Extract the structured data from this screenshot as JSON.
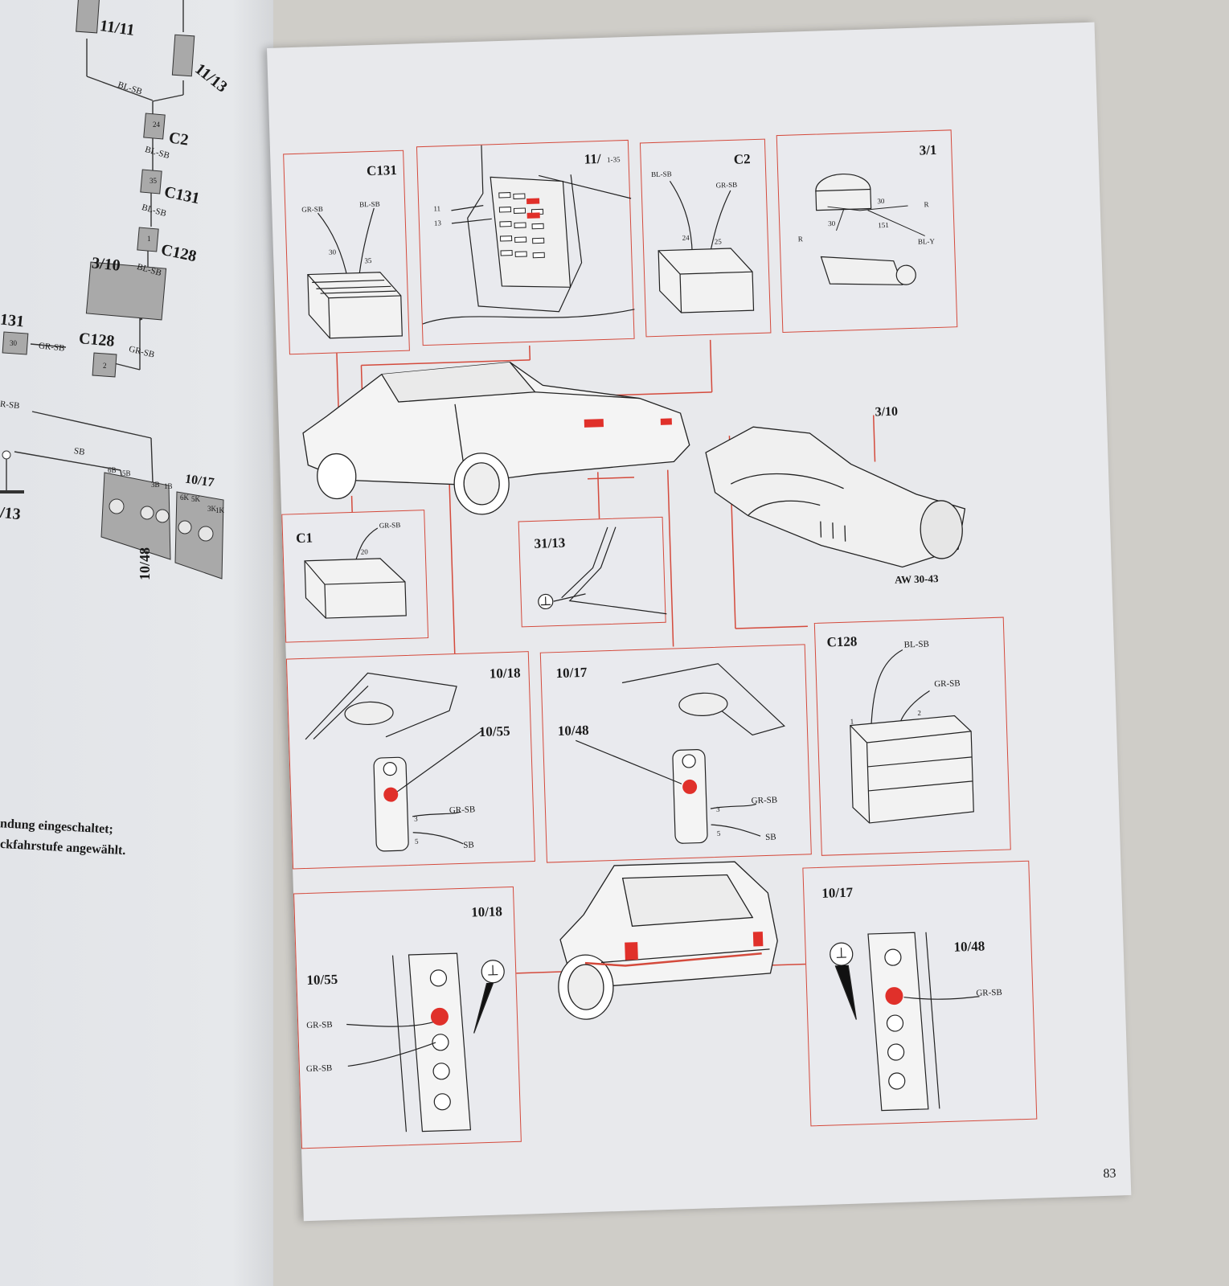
{
  "left_page": {
    "components": [
      "11/11",
      "11/13",
      "C2",
      "C131",
      "C128",
      "3/10",
      "131",
      "C128",
      "10/17",
      "10/48",
      "/13"
    ],
    "wires": [
      "BL-SB",
      "BL-SB",
      "BL-SB",
      "BL-SB",
      "GR-SB",
      "GR-SB",
      "R-SB",
      "SB"
    ],
    "pins": [
      "24",
      "35",
      "1",
      "30",
      "2",
      "6B",
      "5B",
      "3B",
      "1B",
      "6K",
      "5K",
      "3K",
      "1K"
    ],
    "text_lines": [
      "ndung eingeschaltet;",
      "ckfahrstufe angewählt."
    ]
  },
  "right_page": {
    "page_number": "83",
    "panels": {
      "c131": {
        "title": "C131",
        "wires": [
          "GR-SB",
          "BL-SB"
        ],
        "pins": [
          "30",
          "35"
        ]
      },
      "fuse_box": {
        "title": "11/",
        "title_sub": "1-35",
        "pins": [
          "11",
          "13"
        ]
      },
      "c2": {
        "title": "C2",
        "wires": [
          "BL-SB",
          "GR-SB"
        ],
        "pins": [
          "24",
          "25"
        ]
      },
      "switch": {
        "title": "3/1",
        "wires": [
          "R",
          "R",
          "BL-Y"
        ],
        "pins": [
          "30",
          "30",
          "151"
        ]
      },
      "gearbox": {
        "title": "3/10",
        "model": "AW 30-43"
      },
      "c1": {
        "title": "C1",
        "wire": "GR-SB",
        "pin": "20"
      },
      "ground": {
        "title": "31/13"
      },
      "lamp_right_sedan": {
        "title": "10/18",
        "sub": "10/55",
        "wires": [
          "GR-SB",
          "SB"
        ],
        "pins": [
          "3",
          "5"
        ]
      },
      "lamp_left_sedan": {
        "title": "10/17",
        "sub": "10/48",
        "wires": [
          "GR-SB",
          "SB"
        ],
        "pins": [
          "3",
          "5"
        ]
      },
      "c128": {
        "title": "C128",
        "wires": [
          "BL-SB",
          "GR-SB"
        ],
        "pins": [
          "1",
          "2"
        ]
      },
      "lamp_right_wagon": {
        "title": "10/18",
        "sub": "10/55",
        "wires": [
          "GR-SB",
          "GR-SB"
        ]
      },
      "lamp_left_wagon": {
        "title": "10/17",
        "sub": "10/48",
        "wire": "GR-SB"
      }
    }
  },
  "colors": {
    "accent": "#d44a3c",
    "highlight": "#e0302a"
  }
}
